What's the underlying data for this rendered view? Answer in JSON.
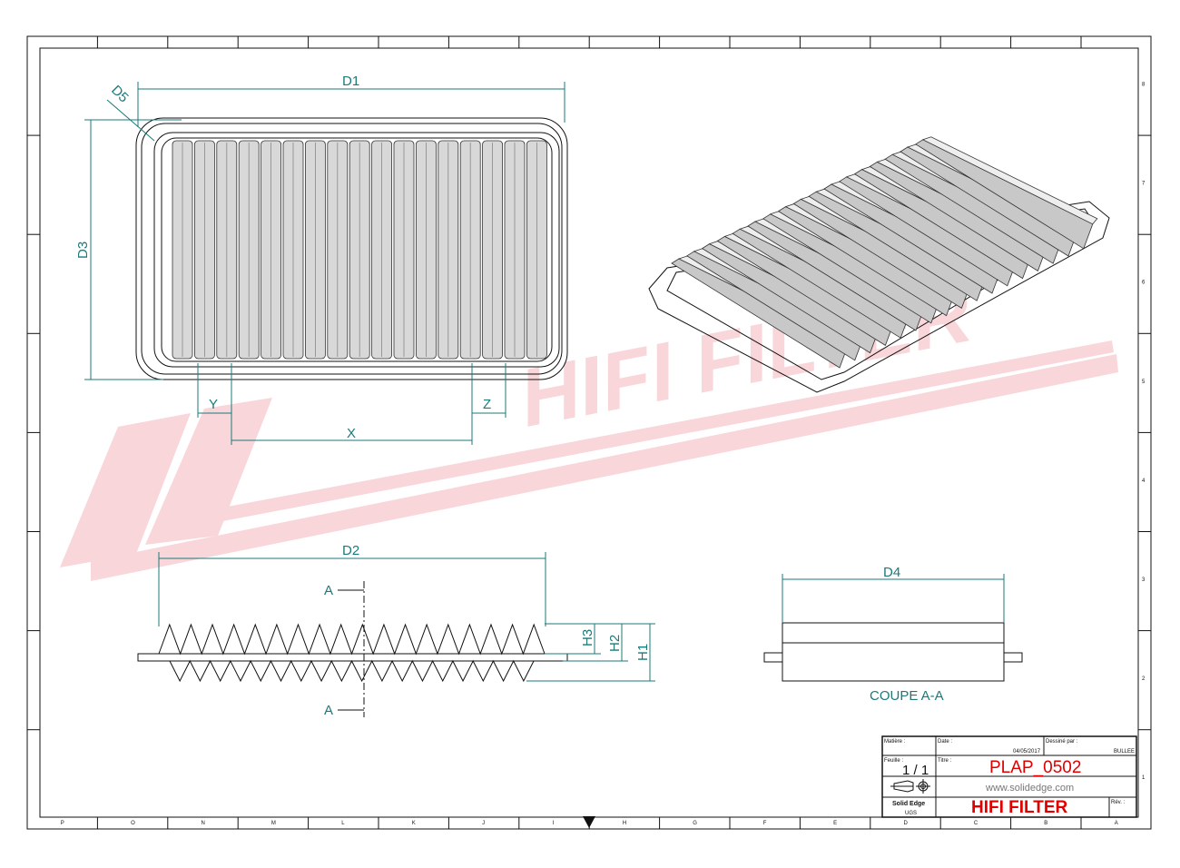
{
  "drawing": {
    "zones_columns": [
      "P",
      "O",
      "N",
      "M",
      "L",
      "K",
      "J",
      "I",
      "H",
      "G",
      "F",
      "E",
      "D",
      "C",
      "B",
      "A"
    ],
    "zones_rows": [
      "8",
      "7",
      "6",
      "5",
      "4",
      "3",
      "2",
      "1"
    ],
    "dimensions": {
      "d1": "D1",
      "d2": "D2",
      "d3": "D3",
      "d4": "D4",
      "d5": "D5",
      "x": "X",
      "y": "Y",
      "z": "Z",
      "h1": "H1",
      "h2": "H2",
      "h3": "H3"
    },
    "section_marker": "A",
    "section_label": "COUPE A-A",
    "watermark": "HIFI FILTER",
    "colors": {
      "dimension": "#1a7a7a",
      "watermark": "#f4b6bd",
      "title_red": "#e00000"
    }
  },
  "title_block": {
    "material_label": "Matière :",
    "date_label": "Date :",
    "date_value": "04/05/2017",
    "drawn_by_label": "Dessiné par :",
    "drawn_by_value": "BULLEE",
    "sheet_label": "Feuille :",
    "sheet_value": "1 / 1",
    "title_label": "Titre :",
    "title_value": "PLAP_0502",
    "website": "www.solidedge.com",
    "software": "Solid Edge",
    "software_sub": "UGS",
    "company": "HIFI FILTER",
    "rev_label": "Rév. :"
  }
}
